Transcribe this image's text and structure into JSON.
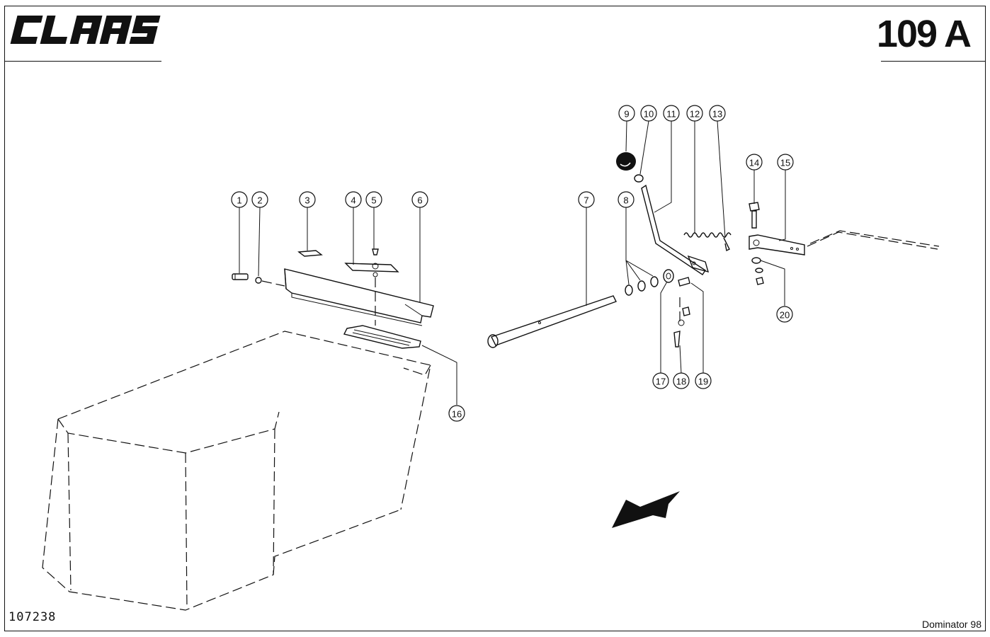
{
  "header": {
    "brand": "CLAAS",
    "page_number": "109 A"
  },
  "footer": {
    "drawing_number": "107238",
    "model": "Dominator 98"
  },
  "callouts": [
    {
      "label": "1"
    },
    {
      "label": "2"
    },
    {
      "label": "3"
    },
    {
      "label": "4"
    },
    {
      "label": "5"
    },
    {
      "label": "6"
    },
    {
      "label": "7"
    },
    {
      "label": "8"
    },
    {
      "label": "9"
    },
    {
      "label": "10"
    },
    {
      "label": "11"
    },
    {
      "label": "12"
    },
    {
      "label": "13"
    },
    {
      "label": "14"
    },
    {
      "label": "15"
    },
    {
      "label": "16"
    },
    {
      "label": "17"
    },
    {
      "label": "18"
    },
    {
      "label": "19"
    },
    {
      "label": "20"
    }
  ]
}
